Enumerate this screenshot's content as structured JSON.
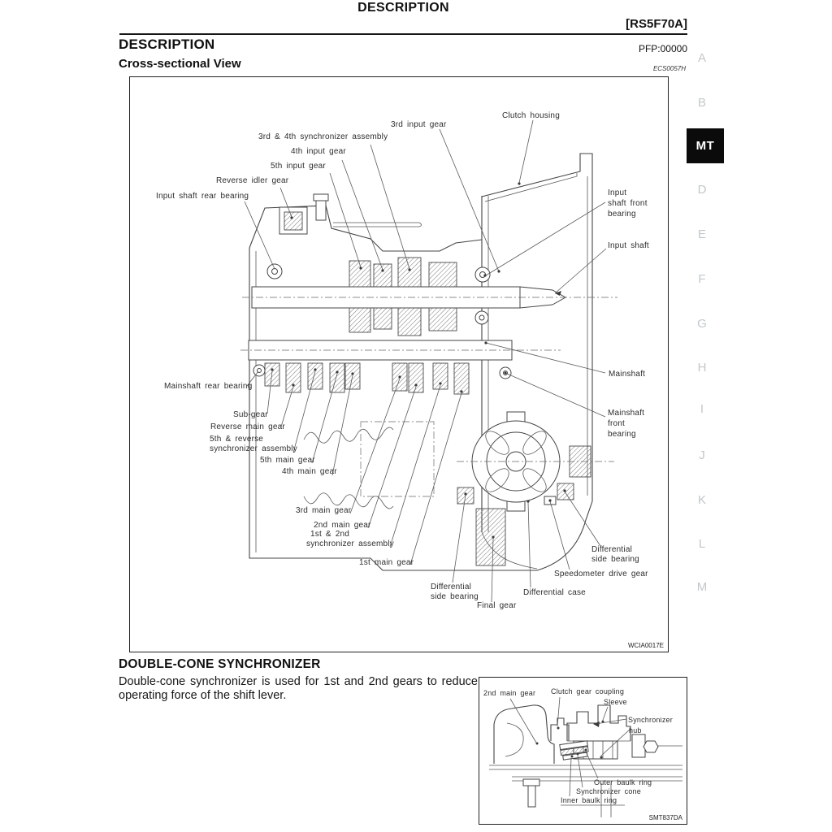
{
  "page": {
    "title": "DESCRIPTION",
    "model_code": "[RS5F70A]",
    "section_heading": "DESCRIPTION",
    "pfp_code": "PFP:00000",
    "subsection_heading": "Cross-sectional View",
    "figure_code": "ECS0057H"
  },
  "margin": {
    "letters": [
      "A",
      "B",
      "D",
      "E",
      "F",
      "G",
      "H",
      "I",
      "J",
      "K",
      "L",
      "M"
    ],
    "active_tab": "MT"
  },
  "main_figure": {
    "ref_code": "WCIA0017E",
    "labels": {
      "clutch_housing": "Clutch housing",
      "third_input_gear": "3rd input gear",
      "third_fourth_sync": "3rd & 4th synchronizer assembly",
      "fourth_input_gear": "4th input gear",
      "fifth_input_gear": "5th input gear",
      "reverse_idler_gear": "Reverse idler gear",
      "input_shaft_rear_bearing": "Input shaft rear bearing",
      "input_shaft_front_bearing": [
        "Input",
        "shaft front",
        "bearing"
      ],
      "input_shaft": "Input shaft",
      "mainshaft": "Mainshaft",
      "mainshaft_front_bearing": [
        "Mainshaft",
        "front",
        "bearing"
      ],
      "mainshaft_rear_bearing": "Mainshaft rear bearing",
      "sub_gear": "Sub-gear",
      "reverse_main_gear": "Reverse main gear",
      "fifth_reverse_sync": [
        "5th & reverse",
        "synchronizer assembly"
      ],
      "fifth_main_gear": "5th main gear",
      "fourth_main_gear": "4th main gear",
      "third_main_gear": "3rd main gear",
      "second_main_gear": "2nd main gear",
      "first_second_sync": [
        "1st & 2nd",
        "synchronizer assembly"
      ],
      "first_main_gear": "1st main gear",
      "diff_side_bearing_left": [
        "Differential",
        "side bearing"
      ],
      "final_gear": "Final gear",
      "differential_case": "Differential case",
      "speedometer_drive_gear": "Speedometer drive gear",
      "diff_side_bearing_right": [
        "Differential",
        "side bearing"
      ]
    }
  },
  "synchronizer_section": {
    "heading": "DOUBLE-CONE SYNCHRONIZER",
    "body": "Double-cone synchronizer is used for 1st and 2nd gears to reduce operating force of the shift lever.",
    "inset_figure": {
      "ref_code": "SMT837DA",
      "labels": {
        "second_main_gear": "2nd main gear",
        "clutch_gear_coupling": "Clutch gear coupling",
        "sleeve": "Sleeve",
        "synchronizer_hub": [
          "Synchronizer",
          "hub"
        ],
        "outer_baulk_ring": "Outer baulk ring",
        "synchronizer_cone": "Synchronizer cone",
        "inner_baulk_ring": "Inner baulk ring"
      }
    }
  }
}
